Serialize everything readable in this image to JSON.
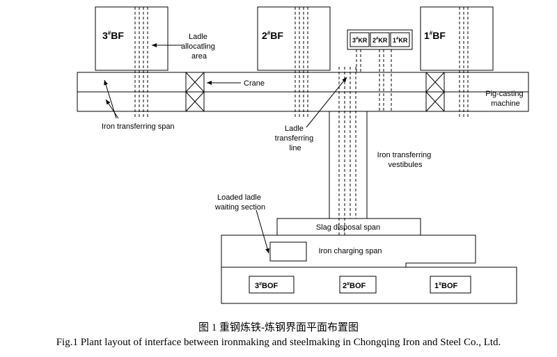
{
  "blast_furnaces": [
    {
      "label": "3",
      "sup": "#",
      "suffix": "BF"
    },
    {
      "label": "2",
      "sup": "#",
      "suffix": "BF"
    },
    {
      "label": "1",
      "sup": "#",
      "suffix": "BF"
    }
  ],
  "kr_units": [
    {
      "label": "3",
      "sup": "#",
      "suffix": "KR"
    },
    {
      "label": "2",
      "sup": "#",
      "suffix": "KR"
    },
    {
      "label": "1",
      "sup": "#",
      "suffix": "KR"
    }
  ],
  "bofs": [
    {
      "label": "3",
      "sup": "#",
      "suffix": "BOF"
    },
    {
      "label": "2",
      "sup": "#",
      "suffix": "BOF"
    },
    {
      "label": "1",
      "sup": "#",
      "suffix": "BOF"
    }
  ],
  "labels": {
    "ladle_allocating_1": "Ladle",
    "ladle_allocating_2": "allocatling",
    "ladle_allocating_3": "area",
    "crane": "Crane",
    "pig_casting_1": "Pig-casting",
    "pig_casting_2": "machine",
    "iron_transferring_span": "Iron transferring span",
    "ladle_transferring_1": "Ladle",
    "ladle_transferring_2": "transferring",
    "ladle_transferring_3": "line",
    "vestibules_1": "Iron transferring",
    "vestibules_2": "vestibules",
    "loaded_ladle_1": "Loaded ladle",
    "loaded_ladle_2": "waiting section",
    "slag_disposal_span": "Slag disposal span",
    "iron_charging_span": "Iron charging span"
  },
  "caption": {
    "chinese": "图 1  重钢炼铁-炼钢界面平面布置图",
    "english": "Fig.1 Plant layout of interface between ironmaking and steelmaking in Chongqing Iron and Steel Co., Ltd."
  }
}
